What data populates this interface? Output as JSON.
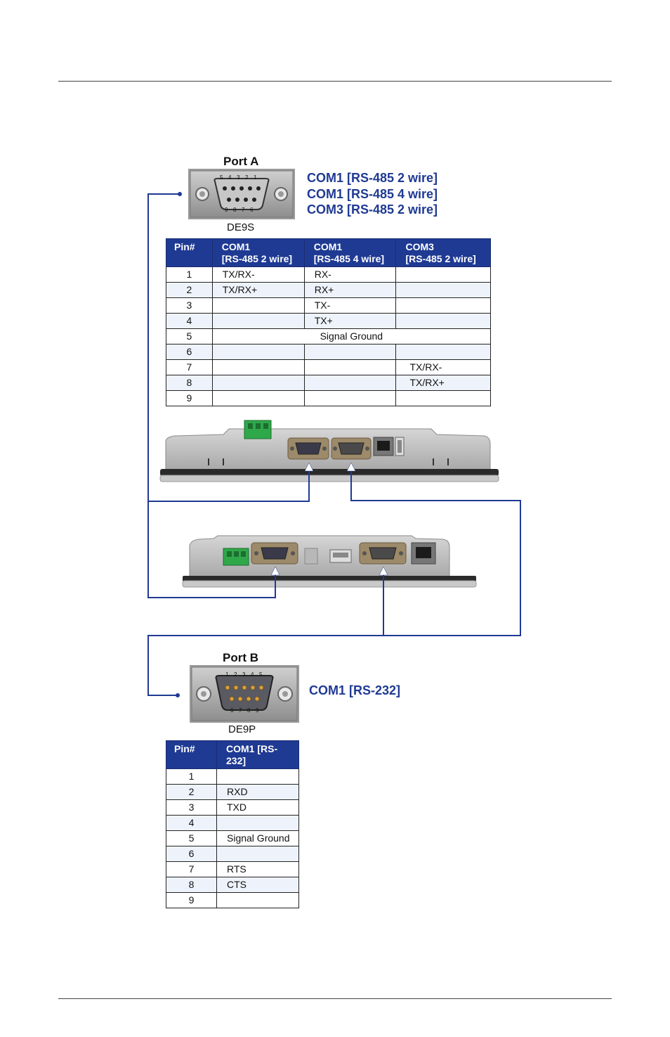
{
  "port_a": {
    "title": "Port A",
    "connector_type": "DE9S",
    "pin_numbers_top": [
      "5",
      "4",
      "3",
      "2",
      "1"
    ],
    "pin_numbers_bottom": [
      "9",
      "8",
      "7",
      "6"
    ],
    "com_labels": [
      "COM1 [RS-485 2 wire]",
      "COM1 [RS-485 4 wire]",
      "COM3 [RS-485 2 wire]"
    ],
    "table": {
      "headers": [
        {
          "line1": "Pin#",
          "line2": ""
        },
        {
          "line1": "COM1",
          "line2": "[RS-485 2 wire]"
        },
        {
          "line1": "COM1",
          "line2": "[RS-485 4 wire]"
        },
        {
          "line1": "COM3",
          "line2": "[RS-485 2 wire]"
        }
      ],
      "rows": [
        {
          "pin": "1",
          "c1": "TX/RX-",
          "c2": "RX-",
          "c3": ""
        },
        {
          "pin": "2",
          "c1": "TX/RX+",
          "c2": "RX+",
          "c3": ""
        },
        {
          "pin": "3",
          "c1": "",
          "c2": "TX-",
          "c3": ""
        },
        {
          "pin": "4",
          "c1": "",
          "c2": "TX+",
          "c3": ""
        },
        {
          "pin": "5",
          "span": "Signal Ground"
        },
        {
          "pin": "6",
          "c1": "",
          "c2": "",
          "c3": ""
        },
        {
          "pin": "7",
          "c1": "",
          "c2": "",
          "c3": "TX/RX-"
        },
        {
          "pin": "8",
          "c1": "",
          "c2": "",
          "c3": "TX/RX+"
        },
        {
          "pin": "9",
          "c1": "",
          "c2": "",
          "c3": ""
        }
      ]
    }
  },
  "port_b": {
    "title": "Port B",
    "connector_type": "DE9P",
    "pin_numbers_top": [
      "1",
      "2",
      "3",
      "4",
      "5"
    ],
    "pin_numbers_bottom": [
      "6",
      "7",
      "8",
      "9"
    ],
    "com_labels": [
      "COM1 [RS-232]"
    ],
    "table": {
      "headers": [
        {
          "line1": "Pin#"
        },
        {
          "line1": "COM1 [RS-232]"
        }
      ],
      "rows": [
        {
          "pin": "1",
          "c1": ""
        },
        {
          "pin": "2",
          "c1": "RXD"
        },
        {
          "pin": "3",
          "c1": "TXD"
        },
        {
          "pin": "4",
          "c1": ""
        },
        {
          "pin": "5",
          "c1": "Signal Ground"
        },
        {
          "pin": "6",
          "c1": ""
        },
        {
          "pin": "7",
          "c1": "RTS"
        },
        {
          "pin": "8",
          "c1": "CTS"
        },
        {
          "pin": "9",
          "c1": ""
        }
      ]
    }
  },
  "colors": {
    "accent_blue": "#1f3a93",
    "wire_blue": "#1f3a93",
    "terminal_green": "#2fa84a",
    "row_alt": "#eef3fb"
  },
  "icons": [
    "de9-female-connector",
    "de9-male-connector",
    "terminal-block-icon",
    "rj45-port-icon",
    "usb-port-icon"
  ]
}
